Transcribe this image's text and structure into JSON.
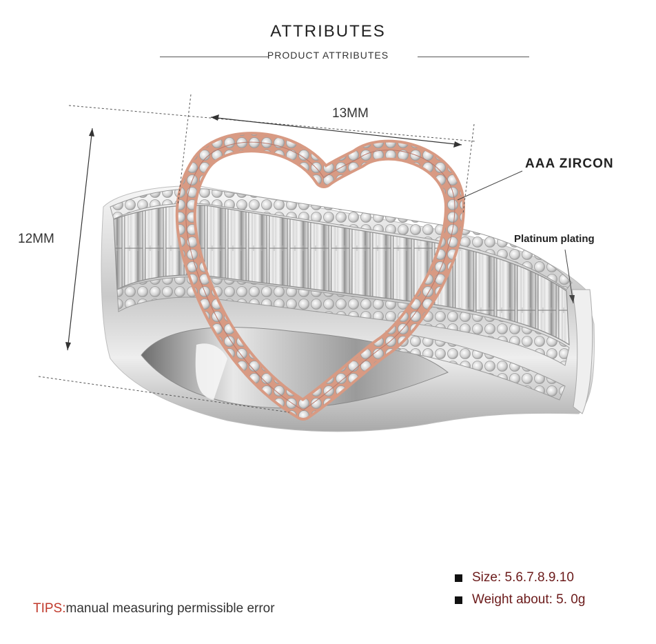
{
  "header": {
    "title": "ATTRIBUTES",
    "subtitle": "PRODUCT ATTRIBUTES"
  },
  "dimensions": {
    "width_label": "13MM",
    "height_label": "12MM"
  },
  "callouts": {
    "stone": "AAA ZIRCON",
    "plating": "Platinum plating"
  },
  "specs": [
    {
      "text": "Size: 5.6.7.8.9.10",
      "icon": "square-bullet-icon"
    },
    {
      "text": "Weight about: 5. 0g",
      "icon": "square-bullet-icon"
    }
  ],
  "tips": {
    "key": "TIPS:",
    "text": "manual measuring permissible error"
  },
  "colors": {
    "rose_gold": "#d89a83",
    "silver": "#d8d8d8",
    "spec_text": "#6b1a1a",
    "tips_key": "#c0392b"
  }
}
